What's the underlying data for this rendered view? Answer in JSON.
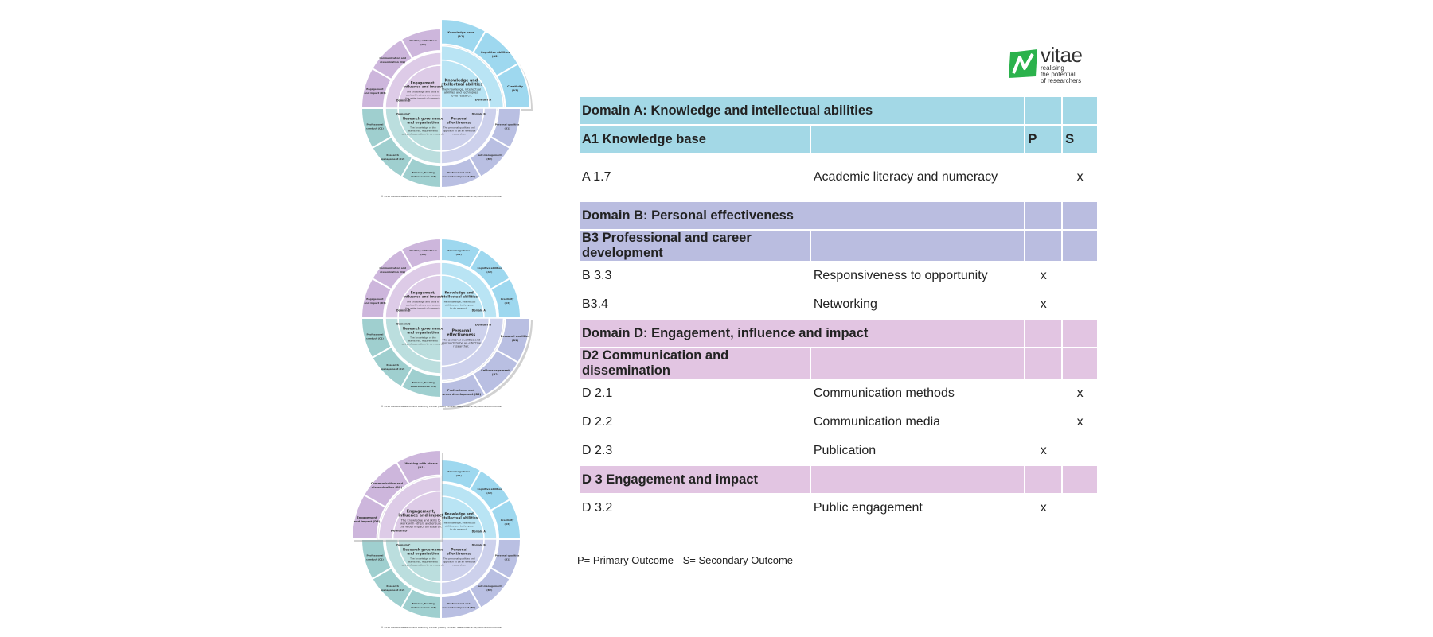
{
  "logo": {
    "word": "vitae",
    "tagline": [
      "realising",
      "the potential",
      "of researchers"
    ],
    "mark_color": "#2bb24c"
  },
  "wheel": {
    "domain_a": {
      "tag": "Domain A",
      "title_1": "Knowledge and",
      "title_2": "intellectual abilities",
      "desc_1": "The knowledge, intellectual",
      "desc_2": "abilities and techniques",
      "desc_3": "to do research.",
      "seg_1": "Knowledge base",
      "seg_1b": "(A1)",
      "seg_2": "Cognitive abilities",
      "seg_2b": "(A2)",
      "seg_3": "Creativity",
      "seg_3b": "(A3)"
    },
    "domain_b": {
      "tag": "Domain B",
      "title_1": "Personal",
      "title_2": "effectiveness",
      "desc_1": "The personal qualities and",
      "desc_2": "approach to be an effective",
      "desc_3": "researcher.",
      "seg_1": "Personal qualities",
      "seg_1b": "(B1)",
      "seg_2": "Self-management",
      "seg_2b": "(B2)",
      "seg_3": "Professional and",
      "seg_3b": "career development (B3)"
    },
    "domain_c": {
      "tag": "Domain C",
      "title_1": "Research governance",
      "title_2": "and organisation",
      "desc_1": "The knowledge of the",
      "desc_2": "standards, requirements",
      "desc_3": "and professionalism to do research.",
      "seg_1": "Finance, funding",
      "seg_1b": "and resources (C3)",
      "seg_2": "Research",
      "seg_2b": "management (C2)",
      "seg_3": "Professional",
      "seg_3b": "conduct (C1)"
    },
    "domain_d": {
      "tag": "Domain D",
      "title_1": "Engagement,",
      "title_2": "influence and impact",
      "desc_1": "The knowledge and skills to",
      "desc_2": "work with others and ensure",
      "desc_3": "the wider impact of research.",
      "seg_1": "Engagement",
      "seg_1b": "and impact (D3)",
      "seg_2": "Communication and",
      "seg_2b": "dissemination (D2)",
      "seg_3": "Working with others",
      "seg_3b": "(D1)"
    },
    "copyright": "© 2010 Careers Research and Advisory Centre (CRAC) Limited. www.vitae.ac.uk/RDFconditionsofuse"
  },
  "table": {
    "domain_a": {
      "title": "Domain A: Knowledge and intellectual abilities"
    },
    "a1": {
      "code": "A1 Knowledge base",
      "p": "P",
      "s": "S"
    },
    "a17": {
      "code": "A 1.7",
      "name": "Academic literacy and numeracy",
      "p": "",
      "s": "x"
    },
    "domain_b": {
      "title": "Domain B: Personal effectiveness"
    },
    "b3": {
      "code": "B3 Professional and career development"
    },
    "b33": {
      "code": "B 3.3",
      "name": "Responsiveness to opportunity",
      "p": "x",
      "s": ""
    },
    "b34": {
      "code": "B3.4",
      "name": "Networking",
      "p": "x",
      "s": ""
    },
    "domain_d": {
      "title": "Domain D: Engagement, influence and impact"
    },
    "d2": {
      "code": "D2 Communication and dissemination"
    },
    "d21": {
      "code": "D 2.1",
      "name": "Communication methods",
      "p": "",
      "s": "x"
    },
    "d22": {
      "code": "D 2.2",
      "name": "Communication media",
      "p": "",
      "s": "x"
    },
    "d23": {
      "code": "D 2.3",
      "name": "Publication",
      "p": "x",
      "s": ""
    },
    "d3": {
      "code": "D 3 Engagement and impact"
    },
    "d32": {
      "code": "D 3.2",
      "name": "Public engagement",
      "p": "x",
      "s": ""
    }
  },
  "footnote": {
    "primary": "P= Primary Outcome",
    "secondary": "S= Secondary Outcome"
  }
}
